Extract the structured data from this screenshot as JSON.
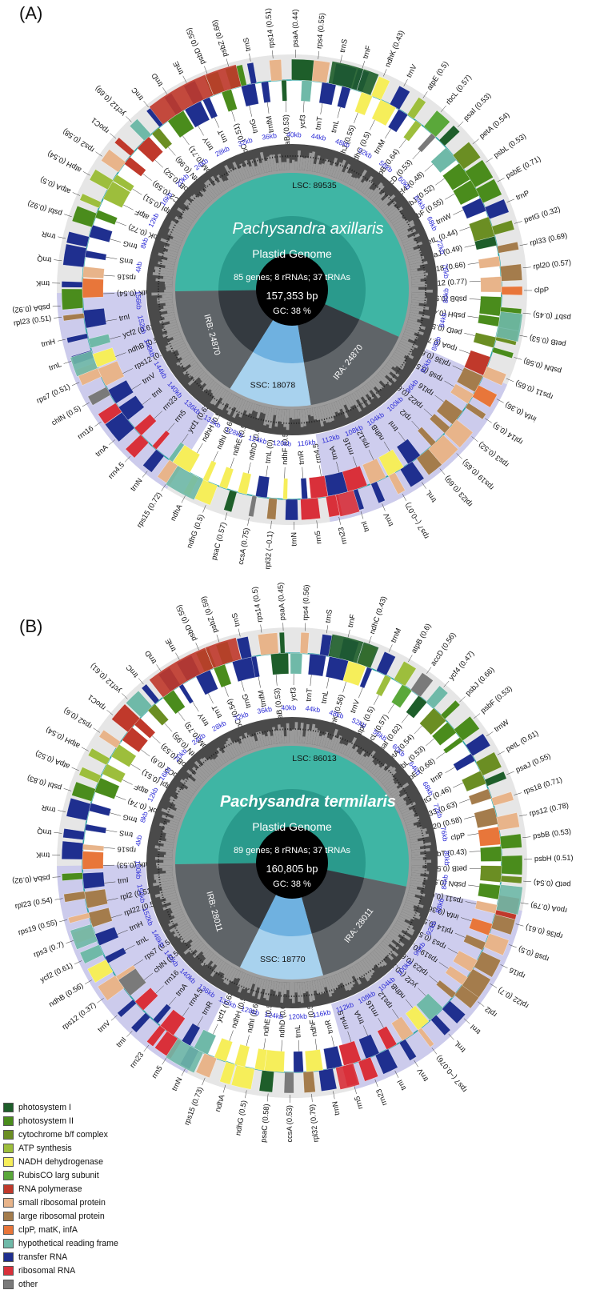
{
  "panels": [
    {
      "panel_label": "(A)",
      "species": "Pachysandra axillaris",
      "genome_title": "Plastid Genome",
      "gene_summary": "85 genes; 8 rRNAs; 37 tRNAs",
      "size": "157,353 bp",
      "gc": "GC: 38 %",
      "regions": {
        "lsc": "LSC: 89535",
        "ira": "IRA: 24870",
        "ssc": "SSC: 18078",
        "irb": "IRB: 24870"
      },
      "kb_ticks": [
        "4kb",
        "8kb",
        "12kb",
        "16kb",
        "20kb",
        "24kb",
        "28kb",
        "32kb",
        "36kb",
        "40kb",
        "44kb",
        "48kb",
        "52kb",
        "56kb",
        "60kb",
        "64kb",
        "68kb",
        "72kb",
        "76kb",
        "80kb",
        "84kb",
        "88kb",
        "92kb",
        "96kb",
        "100kb",
        "104kb",
        "108kb",
        "112kb",
        "116kb",
        "120kb",
        "124kb",
        "128kb",
        "132kb",
        "136kb",
        "140kb",
        "144kb",
        "148kb",
        "152kb",
        "156kb"
      ],
      "gene_labels": [
        "psbA (0.92)",
        "matK (0.54)",
        "trnK",
        "rps16",
        "trnQ",
        "trnS",
        "trnR",
        "trnG",
        "psbI (0.92)",
        "psbK (0.72)",
        "atpA (0.5)",
        "atpF",
        "atpH (0.54)",
        "atpI (0.51)",
        "rps2 (0.58)",
        "rpoC2 (0.59)",
        "rpoC1",
        "rpoB (0.52)",
        "ycf12 (0.69)",
        "petN (0.96)",
        "trnC",
        "psbM (0.71)",
        "trnD",
        "trnY",
        "trnE",
        "trnT",
        "psbD (0.55)",
        "psbC (0.51)",
        "psbZ (0.66)",
        "trnG",
        "trnS",
        "trnfM",
        "rps14 (0.51)",
        "psaB (0.53)",
        "psaA (0.44)",
        "ycf3",
        "rps4 (0.55)",
        "trnT",
        "trnS",
        "trnL",
        "trnF",
        "ndhJ (0.55)",
        "ndhK (0.43)",
        "ndhC (0.5)",
        "trnV",
        "trnM",
        "atpE (0.5)",
        "atpB (0.64)",
        "rbcL (0.57)",
        "accD (0.53)",
        "psaI (0.53)",
        "ycf4 (0.48)",
        "petA (0.54)",
        "psbJ (0.52)",
        "psbL (0.53)",
        "psbF (0.55)",
        "psbE (0.71)",
        "trnW",
        "trnP",
        "petL (0.44)",
        "petG (0.32)",
        "psaJ (0.49)",
        "rpl33 (0.69)",
        "rps18 (0.66)",
        "rpl20 (0.57)",
        "rps12 (0.77)",
        "clpP",
        "psbB (0.51)",
        "psbT (0.45)",
        "psbH (0.49)",
        "petB (0.53)",
        "petD (0.53)",
        "psbN (0.58)",
        "rpoA (0.78)",
        "rps11 (0.65)",
        "rpl36 (0.61)",
        "infA (0.36)",
        "rps8 (0.5)",
        "rpl14 (0.5)",
        "rpl16",
        "rps3 (0.52)",
        "rpl22 (0.65)",
        "rps19 (0.65)",
        "rpl2",
        "rpl23 (0.69)",
        "trnI",
        "trnL",
        "ndhB",
        "rps7 (−0.07)",
        "rps12",
        "trnV",
        "rrn16",
        "trnI",
        "trnA",
        "rrn23",
        "rrn4.5",
        "rrn5",
        "trnR",
        "trnN",
        "ndhF (0.52)",
        "rpl32 (−0.1)",
        "trnL (0)",
        "ccsA (0.75)",
        "ndhD (0.64)",
        "psaC (0.57)",
        "ndhE (0.5)",
        "ndhG (0.5)",
        "ndhI (0.69)",
        "ndhA",
        "ndhH (0.5)",
        "rps15 (0.72)",
        "ycf1 (0.62)",
        "trnN",
        "rrn5",
        "rrn4.5",
        "rrn23",
        "trnA",
        "trnI",
        "rrn16",
        "trnV",
        "chlN (0.5)",
        "rps12 (0.52)",
        "rps7 (0.51)",
        "ndhB (0.57)",
        "trnL",
        "ycf2 (0.61)",
        "trnH",
        "trnI",
        "rpl23 (0.51)"
      ]
    },
    {
      "panel_label": "(B)",
      "species": "Pachysandra termilaris",
      "genome_title": "Plastid Genome",
      "gene_summary": "89 genes; 8 rRNAs; 37 tRNAs",
      "size": "160,805 bp",
      "gc": "GC: 38 %",
      "regions": {
        "lsc": "LSC: 86013",
        "ira": "IRA: 28011",
        "ssc": "SSC: 18770",
        "irb": "IRB: 28011"
      },
      "kb_ticks": [
        "4kb",
        "8kb",
        "12kb",
        "16kb",
        "20kb",
        "24kb",
        "28kb",
        "32kb",
        "36kb",
        "40kb",
        "44kb",
        "48kb",
        "52kb",
        "56kb",
        "60kb",
        "64kb",
        "68kb",
        "72kb",
        "76kb",
        "80kb",
        "84kb",
        "88kb",
        "92kb",
        "96kb",
        "100kb",
        "104kb",
        "108kb",
        "112kb",
        "116kb",
        "120kb",
        "124kb",
        "128kb",
        "132kb",
        "136kb",
        "140kb",
        "144kb",
        "148kb",
        "152kb",
        "156kb",
        "160kb"
      ],
      "gene_labels": [
        "psbA (0.92)",
        "matK (0.53)",
        "trnK",
        "rps16",
        "trnQ",
        "trnS",
        "trnR",
        "trnG",
        "psbI (0.83)",
        "psbK (0.74)",
        "atpA (0.52)",
        "atpF",
        "atpH (0.54)",
        "atpI (0.51)",
        "rps2 (0.6)",
        "rpoC2 (0.6)",
        "rpoC1",
        "rpoB (0.53)",
        "ycf12 (0.61)",
        "petN (0.95)",
        "trnC",
        "psbM (0.73)",
        "trnD",
        "trnY",
        "trnE",
        "trnT",
        "psbD (0.55)",
        "psbC (0.54)",
        "psbZ (0.59)",
        "trnG",
        "trnS",
        "trnfM",
        "rps14 (0.5)",
        "psaB (0.53)",
        "psaA (0.45)",
        "ycf3",
        "rps4 (0.56)",
        "trnT",
        "trnS",
        "trnL",
        "trnF",
        "ndhK (0.56)",
        "ndhC (0.43)",
        "trnV",
        "trnM",
        "atpE (0.5)",
        "atpB (0.6)",
        "rbcL (0.57)",
        "accD (0.56)",
        "psaI (0.62)",
        "ycf4 (0.47)",
        "petA (0.54)",
        "psbJ (0.66)",
        "psbL (0.53)",
        "psbF (0.53)",
        "psbE (0.68)",
        "trnW",
        "trnP",
        "petL (0.61)",
        "petG (0.46)",
        "psaJ (0.55)",
        "rpl33 (0.63)",
        "rps18 (0.71)",
        "rpl20 (0.58)",
        "rps12 (0.78)",
        "clpP",
        "psbB (0.53)",
        "psbT (0.43)",
        "psbH (0.51)",
        "petB (0.55)",
        "petD (0.54)",
        "psbN (0.58)",
        "rpoA (0.79)",
        "rps11 (0.68)",
        "rpl36 (0.61)",
        "infA (0.36)",
        "rps8 (0.5)",
        "rpl14 (0.5)",
        "rpl16",
        "rps3 (0.54)",
        "rpl22 (0.7)",
        "rps19 (0.66)",
        "rpl2",
        "rpl23 (0.67)",
        "trnI",
        "ycf2 (−0.27)",
        "trnL",
        "ndhB",
        "rps7 (−0.076)",
        "rps12",
        "trnV",
        "rrn16",
        "trnI",
        "trnA",
        "rrn23",
        "rrn4.5",
        "rrn5",
        "trnR",
        "trnN",
        "ndhF (0.53)",
        "rpl32 (0.79)",
        "trnL",
        "ccsA (0.53)",
        "ndhD (0.65)",
        "psaC (0.58)",
        "ndhE (0.5)",
        "ndhG (0.5)",
        "ndhI (0.69)",
        "ndhA",
        "ndhH (0.5)",
        "rps15 (0.73)",
        "ycf1 (0.63)",
        "trnN",
        "trnR",
        "rrn5",
        "rrn4.5",
        "rrn23",
        "trnA",
        "trnI",
        "rrn16",
        "trnV",
        "chlN (0.5)",
        "rps12 (0.37)",
        "rps7 (0.55)",
        "ndhB (0.56)",
        "trnL",
        "ycf2 (0.61)",
        "trnH",
        "rps3 (0.7)",
        "rpl22 (0.59)",
        "rps19 (0.55)",
        "rpl2 (0.51)",
        "rpl23 (0.54)",
        "trnI"
      ]
    }
  ],
  "legend": [
    {
      "label": "photosystem I",
      "color": "#1e5e2a"
    },
    {
      "label": "photosystem II",
      "color": "#4a8c1c"
    },
    {
      "label": "cytochrome b/f complex",
      "color": "#6b8e23"
    },
    {
      "label": "ATP synthesis",
      "color": "#9dbe3c"
    },
    {
      "label": "NADH dehydrogenase",
      "color": "#f6ee5a"
    },
    {
      "label": "RubisCO larg subunit",
      "color": "#5aa83a"
    },
    {
      "label": "RNA polymerase",
      "color": "#c0392b"
    },
    {
      "label": "small ribosomal protein",
      "color": "#e8b48a"
    },
    {
      "label": "large ribosomal protein",
      "color": "#a47c4c"
    },
    {
      "label": "clpP, matK, infA",
      "color": "#e8763a"
    },
    {
      "label": "hypothetical reading frame",
      "color": "#6fb9a8"
    },
    {
      "label": "transfer RNA",
      "color": "#1f2f8f"
    },
    {
      "label": "ribosomal RNA",
      "color": "#d9303a"
    },
    {
      "label": "other",
      "color": "#7a7a7a"
    }
  ]
}
